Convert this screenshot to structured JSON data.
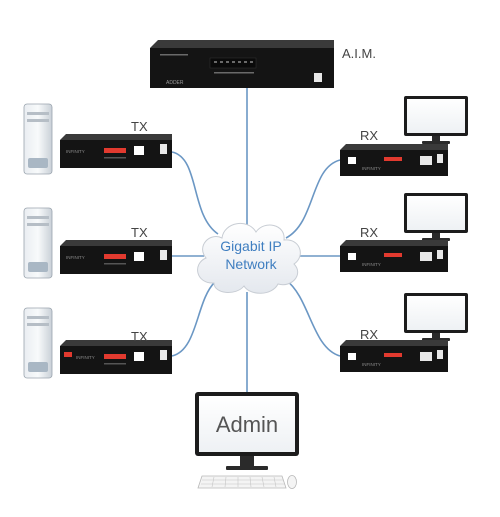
{
  "aim": {
    "label": "A.I.M.",
    "device_text": "ADDER"
  },
  "network": {
    "line1": "Gigabit IP",
    "line2": "Network"
  },
  "tx_units": [
    {
      "label": "TX",
      "brand": "INFINITY"
    },
    {
      "label": "TX",
      "brand": "INFINITY"
    },
    {
      "label": "TX",
      "brand": "INFINITY"
    }
  ],
  "rx_units": [
    {
      "label": "RX",
      "brand": "INFINITY"
    },
    {
      "label": "RX",
      "brand": "INFINITY"
    },
    {
      "label": "RX",
      "brand": "INFINITY"
    }
  ],
  "admin": {
    "label": "Admin"
  },
  "colors": {
    "cable": "#6b97c4",
    "cloud_text": "#3f7ec0",
    "device_body": "#1a1a1a",
    "led_red": "#e23a2f"
  },
  "icons": {
    "computer": "desktop-tower-icon",
    "monitor": "lcd-monitor-icon",
    "network": "cloud-icon"
  }
}
